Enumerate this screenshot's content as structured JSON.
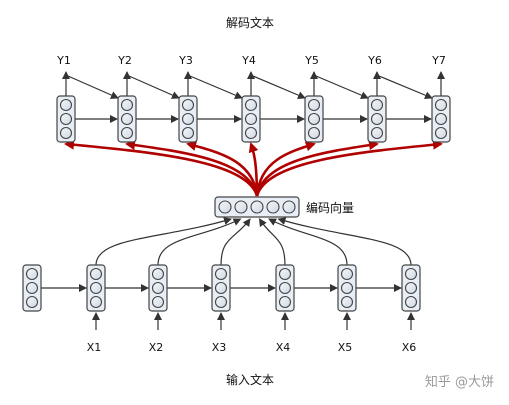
{
  "diagram": {
    "top_title": "解码文本",
    "bottom_title": "输入文本",
    "context_label": "编码向量",
    "decoder_labels": [
      "Y1",
      "Y2",
      "Y3",
      "Y4",
      "Y5",
      "Y6",
      "Y7"
    ],
    "encoder_labels": [
      "X1",
      "X2",
      "X3",
      "X4",
      "X5",
      "X6"
    ],
    "watermark": "知乎 @大饼",
    "colors": {
      "cell_fill": "#e8eef5",
      "cell_stroke": "#444444",
      "arrow": "#333333",
      "context_arrow": "#b00000"
    }
  }
}
